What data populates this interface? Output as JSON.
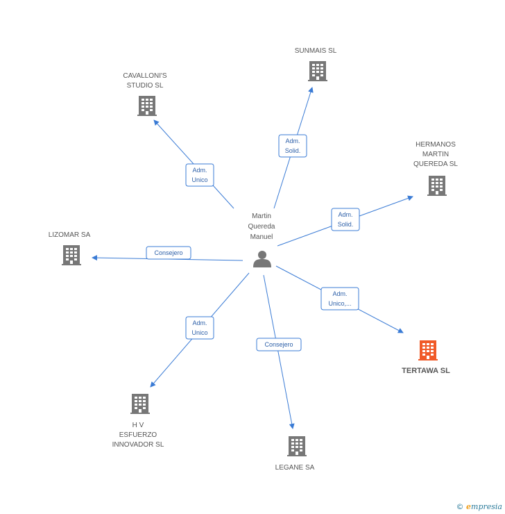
{
  "center": {
    "name_lines": [
      "Martin",
      "Quereda",
      "Manuel"
    ]
  },
  "companies": [
    {
      "id": "sunmais",
      "lines": [
        "SUNMAIS  SL"
      ],
      "highlight": false
    },
    {
      "id": "cavalloni",
      "lines": [
        "CAVALLONI'S",
        "STUDIO  SL"
      ],
      "highlight": false
    },
    {
      "id": "hermanos",
      "lines": [
        "HERMANOS",
        "MARTIN",
        "QUEREDA  SL"
      ],
      "highlight": false
    },
    {
      "id": "lizomar",
      "lines": [
        "LIZOMAR SA"
      ],
      "highlight": false
    },
    {
      "id": "tertawa",
      "lines": [
        "TERTAWA SL"
      ],
      "highlight": true
    },
    {
      "id": "hv",
      "lines": [
        "H V",
        "ESFUERZO",
        "INNOVADOR SL"
      ],
      "highlight": false
    },
    {
      "id": "legane",
      "lines": [
        "LEGANE SA"
      ],
      "highlight": false
    }
  ],
  "edges": [
    {
      "to": "sunmais",
      "role_lines": [
        "Adm.",
        "Solid."
      ]
    },
    {
      "to": "cavalloni",
      "role_lines": [
        "Adm.",
        "Unico"
      ]
    },
    {
      "to": "hermanos",
      "role_lines": [
        "Adm.",
        "Solid."
      ]
    },
    {
      "to": "lizomar",
      "role_lines": [
        "Consejero"
      ]
    },
    {
      "to": "tertawa",
      "role_lines": [
        "Adm.",
        "Unico,..."
      ]
    },
    {
      "to": "hv",
      "role_lines": [
        "Adm.",
        "Unico"
      ]
    },
    {
      "to": "legane",
      "role_lines": [
        "Consejero"
      ]
    }
  ],
  "colors": {
    "edge": "#3a7bd5",
    "building": "#777777",
    "building_highlight": "#f05a28",
    "person": "#777777"
  },
  "footer": {
    "copyright": "©",
    "brand_initial": "e",
    "brand_rest": "mpresia"
  }
}
